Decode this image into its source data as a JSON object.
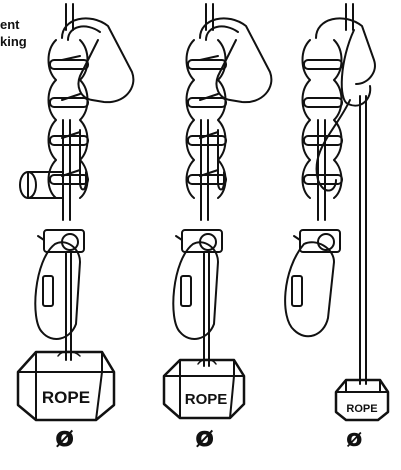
{
  "caption": {
    "line1": "ent",
    "line2": "king"
  },
  "figures": [
    {
      "rope_label": "ROPE",
      "symbol": "ø"
    },
    {
      "rope_label": "ROPE",
      "symbol": "ø"
    },
    {
      "rope_label": "ROPE",
      "symbol": "ø"
    }
  ]
}
